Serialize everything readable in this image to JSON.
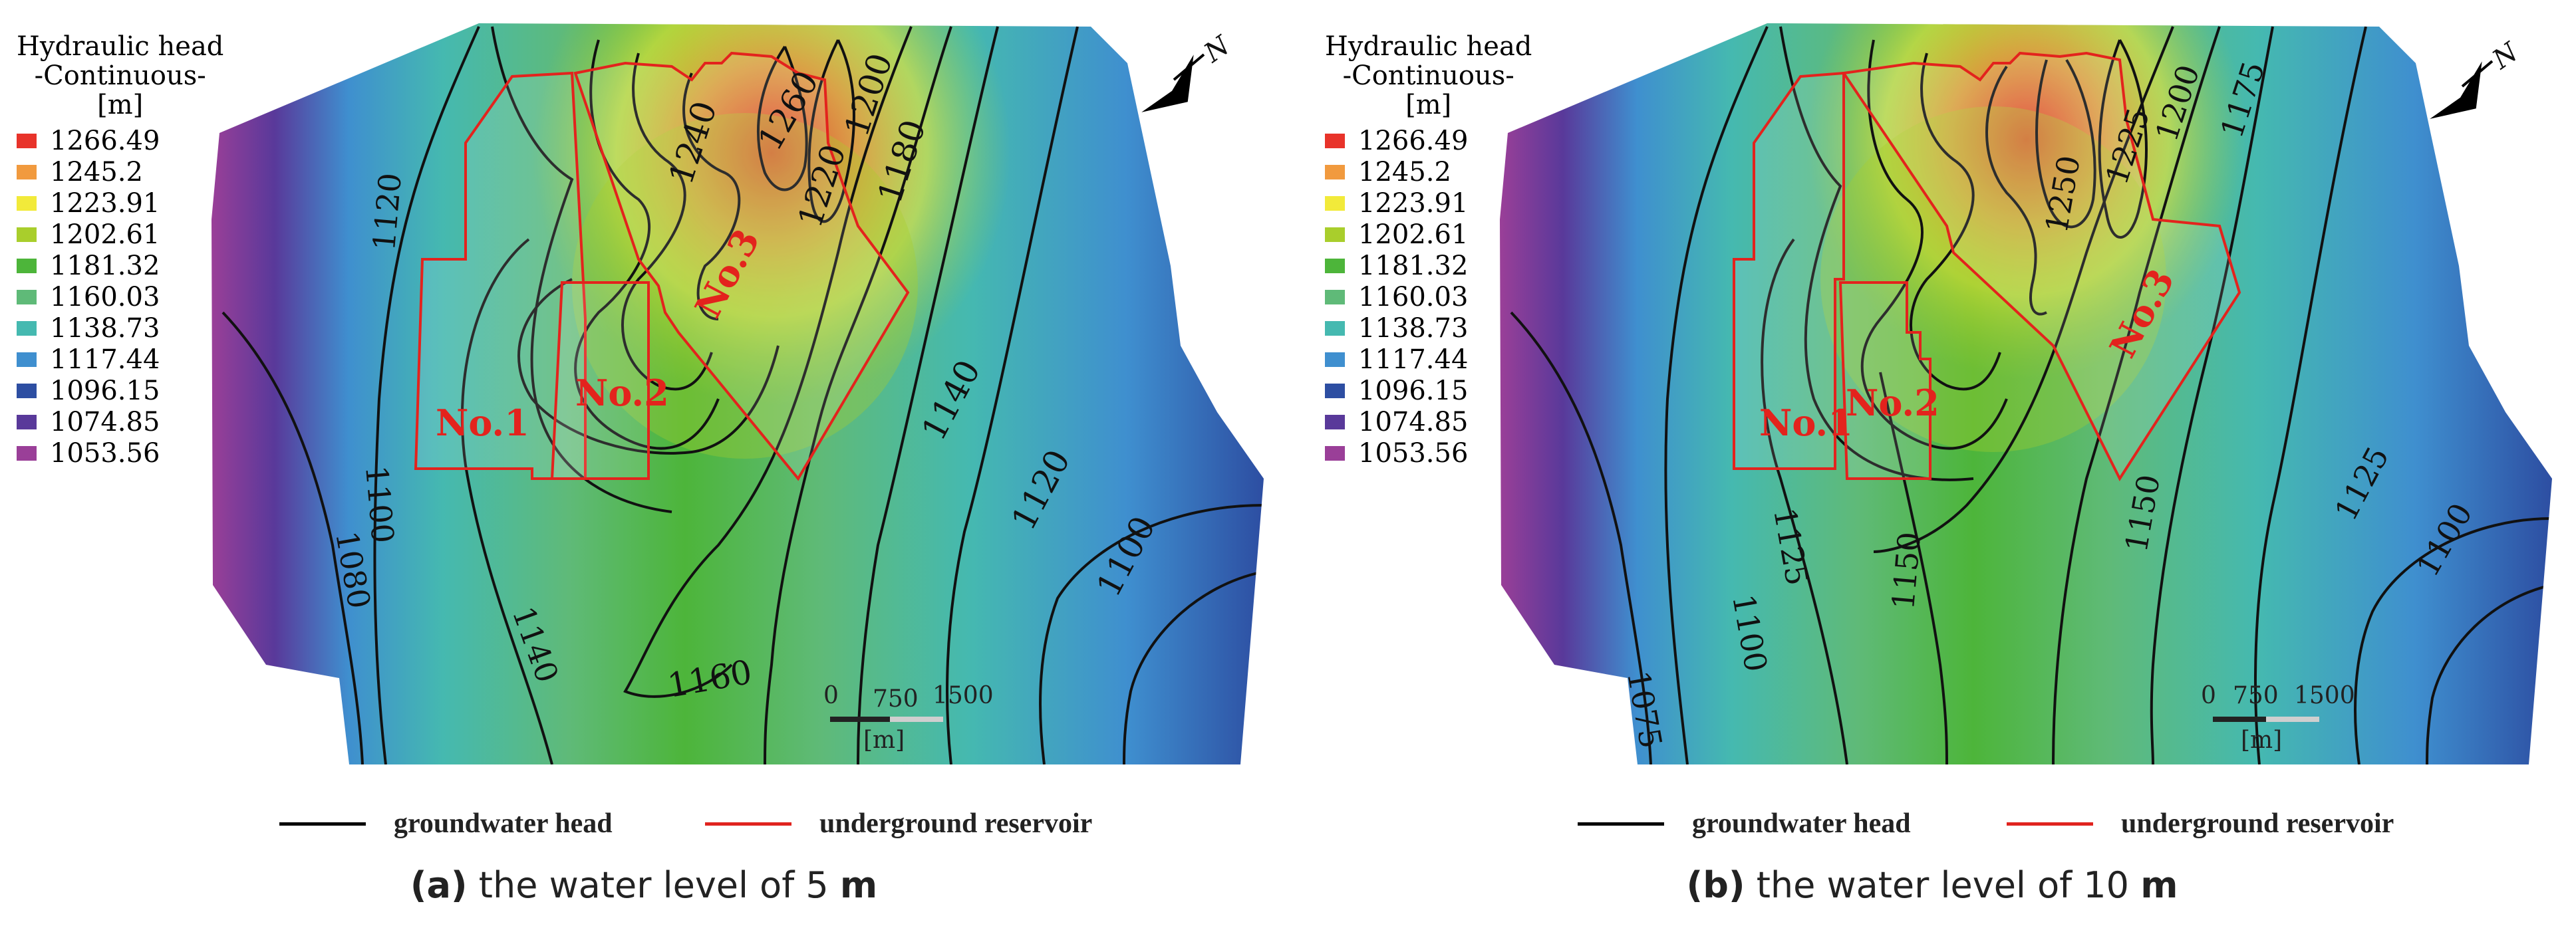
{
  "legend": {
    "title_line1": "Hydraulic head",
    "title_line2": "-Continuous-",
    "unit": "[m]",
    "items": [
      {
        "value": "1266.49",
        "color": "#e8332a"
      },
      {
        "value": "1245.2",
        "color": "#f19a3e"
      },
      {
        "value": "1223.91",
        "color": "#f2ea3a"
      },
      {
        "value": "1202.61",
        "color": "#a9ce2c"
      },
      {
        "value": "1181.32",
        "color": "#4db53a"
      },
      {
        "value": "1160.03",
        "color": "#5fba78"
      },
      {
        "value": "1138.73",
        "color": "#45b9b0"
      },
      {
        "value": "1117.44",
        "color": "#3f8fcf"
      },
      {
        "value": "1096.15",
        "color": "#2d4ea2"
      },
      {
        "value": "1074.85",
        "color": "#59399a"
      },
      {
        "value": "1053.56",
        "color": "#9a3f98"
      }
    ]
  },
  "line_legend": {
    "groundwater": {
      "label": "groundwater head",
      "color": "#000000"
    },
    "reservoir": {
      "label": "underground reservoir",
      "color": "#e0241f"
    }
  },
  "north_label": "N",
  "scale_bar": {
    "ticks": [
      "0",
      "750",
      "1500"
    ],
    "unit": "[m]"
  },
  "panels": {
    "a": {
      "caption_prefix": "(a)",
      "caption_text": " the water level of 5 ",
      "caption_unit": "m",
      "contour_labels": [
        "1120",
        "1100",
        "1080",
        "1140",
        "1160",
        "1240",
        "1260",
        "1220",
        "1200",
        "1180",
        "1140",
        "1120",
        "1100"
      ],
      "reservoirs": [
        "No.1",
        "No.2",
        "No.3"
      ]
    },
    "b": {
      "caption_prefix": "(b)",
      "caption_text": " the water level of  10 ",
      "caption_unit": "m",
      "contour_labels": [
        "1125",
        "1100",
        "1075",
        "1150",
        "1150",
        "1250",
        "1225",
        "1200",
        "1175",
        "1125",
        "1100"
      ],
      "reservoirs": [
        "No.1",
        "No.2",
        "No.3"
      ]
    }
  }
}
